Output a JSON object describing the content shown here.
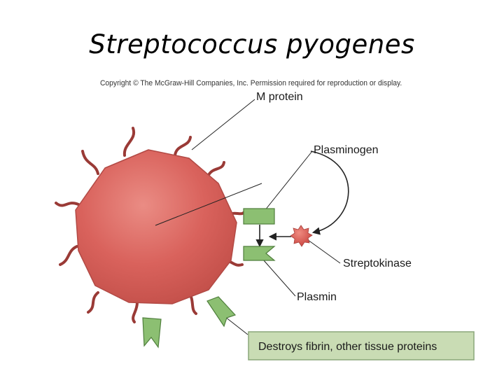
{
  "slide": {
    "title": "Streptococcus pyogenes",
    "copyright": "Copyright © The McGraw-Hill Companies, Inc. Permission required for reproduction or display."
  },
  "labels": {
    "m_protein": "M protein",
    "plasminogen": "Plasminogen",
    "streptokinase": "Streptokinase",
    "plasmin": "Plasmin"
  },
  "caption_box": {
    "text": "Destroys fibrin, other tissue proteins"
  },
  "colors": {
    "cell_fill": "#d9625c",
    "cell_highlight": "#e98a82",
    "cell_outline": "#b24a45",
    "fiber": "#9a3a36",
    "protein_fill": "#8cbf72",
    "protein_outline": "#4f7f3c",
    "kinase_fill": "#d2514c",
    "caption_fill": "#c9dcb4",
    "caption_border": "#8aa67a"
  }
}
